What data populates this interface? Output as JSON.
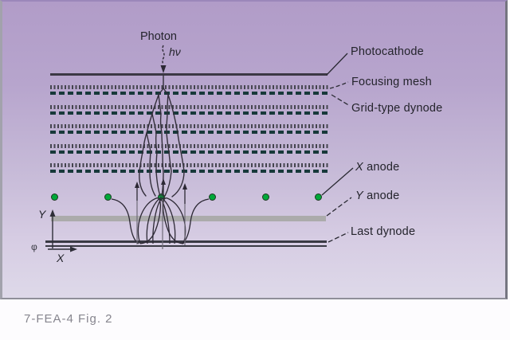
{
  "figure": {
    "caption": "7-FEA-4  Fig. 2",
    "photon": {
      "label": "Photon",
      "energy_label": "hν"
    },
    "axes": {
      "y_label": "Y",
      "x_label": "X",
      "phi_label": "φ"
    },
    "annotations": {
      "photocathode": "Photocathode",
      "focusing_mesh": "Focusing mesh",
      "grid_type_dynode": "Grid-type dynode",
      "x_anode_prefix": "X",
      "x_anode_rest": " anode",
      "y_anode_prefix": "Y",
      "y_anode_rest": " anode",
      "last_dynode": "Last dynode"
    },
    "structure": {
      "grid_dynode_layers": 5,
      "x_anode_dot_count": 6,
      "last_dynode_line_count": 2
    },
    "colors": {
      "panel_top": "#b19cc8",
      "panel_bottom": "#ded9e9",
      "anode_dot_green": "#00a839",
      "y_anode_gray": "#ababab",
      "dynode_dash": "#17393a",
      "line_dark": "#3c3845",
      "label_text": "#24242c",
      "caption_gray": "#86858e"
    }
  }
}
